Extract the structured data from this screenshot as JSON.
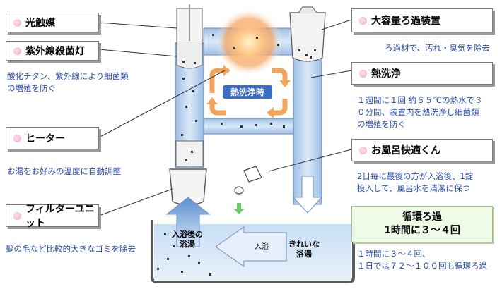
{
  "labels": {
    "photocatalyst": "光触媒",
    "uv_lamp": "紫外線殺菌灯",
    "heater": "ヒーター",
    "filter_unit": "フィルターユニット",
    "large_filter": "大容量ろ過装置",
    "heat_wash": "熱洗浄",
    "bath_kaiteki": "お風呂快適くん"
  },
  "descriptions": {
    "uv_lamp": [
      "酸化チタン、紫外線により細菌類",
      "の増殖を防ぐ"
    ],
    "heater": [
      "お湯をお好みの温度に自動調整"
    ],
    "filter_unit": [
      "髪の毛など比較的大きなゴミを除去"
    ],
    "large_filter": [
      "ろ過材で、汚れ・臭気を除去"
    ],
    "heat_wash": [
      "１週間に１回 約６５℃の熱水で３",
      "０分間、装置内を熱洗浄し細菌類",
      "の増殖を防ぐ"
    ],
    "bath_kaiteki": [
      "2日毎に最後の方が入浴後、1錠",
      "投入して、風呂水を清潔に保つ"
    ],
    "cycle": [
      "１時間に３～４回、",
      "１日では７２～１００回も循環ろ過"
    ]
  },
  "cycle_box": {
    "line1": "循環ろ過",
    "line2": "1時間に３～４回"
  },
  "diagram_text": {
    "heat_wash_time": "熱洗浄時",
    "after_bath": [
      "入浴後の",
      "浴湯"
    ],
    "clean": [
      "きれいな",
      "浴湯"
    ],
    "bathing": "入浴"
  },
  "colors": {
    "pipe": "#c6dcf4",
    "water": "#bdd6f2",
    "arrow": "#2a4aa6",
    "heat": "#f28a2a",
    "bullet": "#f3a6c8",
    "cycle_box": "#eefbe6"
  }
}
